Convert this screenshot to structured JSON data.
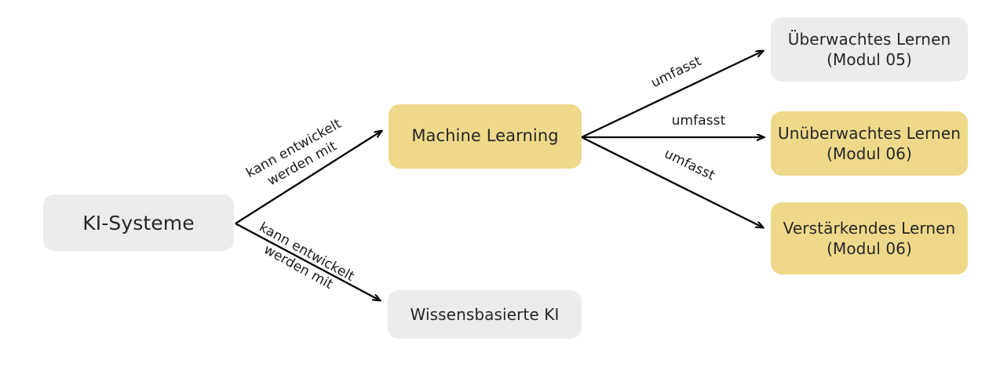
{
  "diagram": {
    "type": "concept-map",
    "title_text": "",
    "colors": {
      "node_gray": "#ececec",
      "node_yellow": "#eed98b",
      "edge": "#000000",
      "text": "#262626",
      "background": "#ffffff"
    },
    "nodes": [
      {
        "id": "ki-systeme",
        "label": "KI-Systeme",
        "style": "gray"
      },
      {
        "id": "machine-learning",
        "label": "Machine Learning",
        "style": "yellow"
      },
      {
        "id": "wissensbasierte-ki",
        "label": "Wissensbasierte KI",
        "style": "gray"
      },
      {
        "id": "ueberwachtes-lernen",
        "label": "Überwachtes Lernen\n(Modul 05)",
        "style": "gray"
      },
      {
        "id": "unueberwachtes-lernen",
        "label": "Unüberwachtes Lernen\n(Modul 06)",
        "style": "yellow"
      },
      {
        "id": "verstaerkendes-lernen",
        "label": "Verstärkendes Lernen\n(Modul 06)",
        "style": "yellow"
      }
    ],
    "edges": [
      {
        "id": "ki-to-ml",
        "from": "ki-systeme",
        "to": "machine-learning",
        "label": "kann entwickelt\nwerden mit"
      },
      {
        "id": "ki-to-wissen",
        "from": "ki-systeme",
        "to": "wissensbasierte-ki",
        "label": "kann entwickelt\nwerden mit"
      },
      {
        "id": "ml-to-ueberwacht",
        "from": "machine-learning",
        "to": "ueberwachtes-lernen",
        "label": "umfasst"
      },
      {
        "id": "ml-to-unueberwacht",
        "from": "machine-learning",
        "to": "unueberwachtes-lernen",
        "label": "umfasst"
      },
      {
        "id": "ml-to-verstaerkend",
        "from": "machine-learning",
        "to": "verstaerkendes-lernen",
        "label": "umfasst"
      }
    ]
  }
}
